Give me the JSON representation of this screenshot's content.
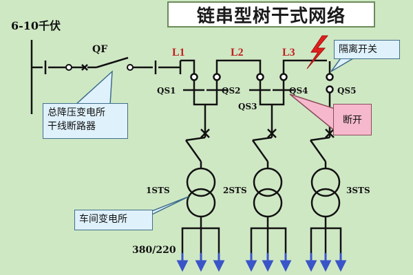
{
  "title": "链串型树干式网络",
  "voltage_label": "6-10千伏",
  "breaker_label": "QF",
  "lines": [
    "L1",
    "L2",
    "L3"
  ],
  "switches": [
    "QS1",
    "QS2",
    "QS3",
    "QS4",
    "QS5"
  ],
  "transformers": [
    "1STS",
    "2STS",
    "3STS"
  ],
  "output_voltage": "380/220",
  "callouts": {
    "main_substation": [
      "总降压变电所",
      "干线断路器"
    ],
    "isolator": "隔离开关",
    "open": "断开",
    "workshop": "车间变电所"
  },
  "colors": {
    "background": "#cfe8c4",
    "line": "#111111",
    "line_label": "#c02020",
    "lightning": "#e0201c",
    "arrow": "#3a55c8",
    "callout": "#dff1fb",
    "open_tag": "#f6b8cc"
  }
}
